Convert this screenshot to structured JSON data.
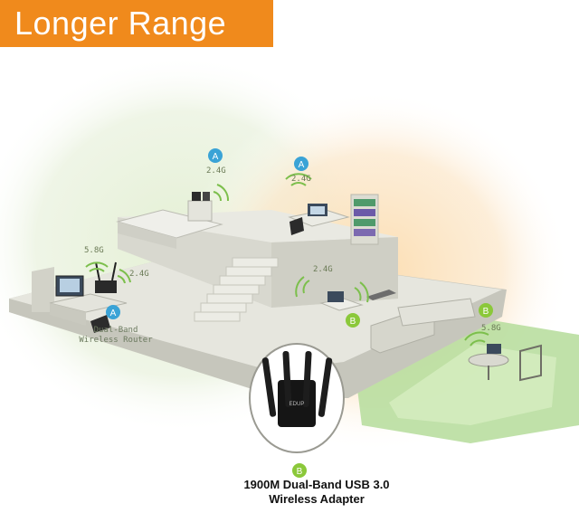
{
  "banner": {
    "title": "Longer Range"
  },
  "markers": {
    "a": "A",
    "b": "B"
  },
  "bands": {
    "g24": "2.4G",
    "g58": "5.8G"
  },
  "router_label": {
    "line1": "Dual-Band",
    "line2": "Wireless Router"
  },
  "adapter_brand": "EDUP",
  "caption": {
    "line1": "1900M Dual-Band USB 3.0",
    "line2": "Wireless Adapter"
  },
  "colors": {
    "banner": "#f08a1c",
    "marker_a": "#3aa3d6",
    "marker_b": "#8bc83a",
    "range_green": "#dfeccf",
    "range_orange": "#fbe2bf",
    "house": "#dcdcd2"
  }
}
